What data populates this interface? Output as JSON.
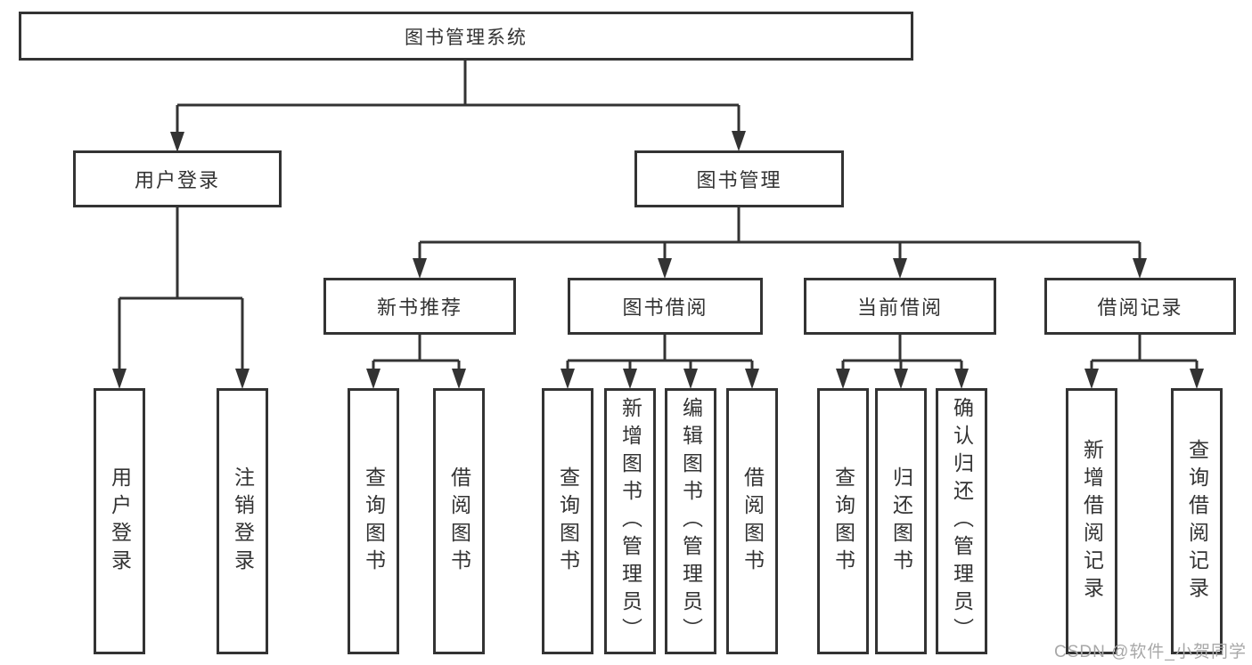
{
  "title": "图书管理系统",
  "colors": {
    "line": "#333333",
    "box_border": "#333333",
    "text": "#333333",
    "background": "#ffffff",
    "watermark": "#a8a8a8"
  },
  "watermark": {
    "text": "CSDN @软件_小贺同学"
  },
  "nodes": {
    "root": {
      "label": "图书管理系统"
    },
    "user_login": {
      "label": "用户登录",
      "children": [
        "用户登录",
        "注销登录"
      ]
    },
    "book_management": {
      "label": "图书管理",
      "children": {
        "new_book_recommend": {
          "label": "新书推荐",
          "children": [
            "查询图书",
            "借阅图书"
          ]
        },
        "book_borrowing": {
          "label": "图书借阅",
          "children": [
            "查询图书",
            "新增图书（管理员）",
            "编辑图书（管理员）",
            "借阅图书"
          ]
        },
        "current_borrowing": {
          "label": "当前借阅",
          "children": [
            "查询图书",
            "归还图书",
            "确认归还（管理员）"
          ]
        },
        "borrow_records": {
          "label": "借阅记录",
          "children": [
            "新增借阅记录",
            "查询借阅记录"
          ]
        }
      }
    }
  }
}
